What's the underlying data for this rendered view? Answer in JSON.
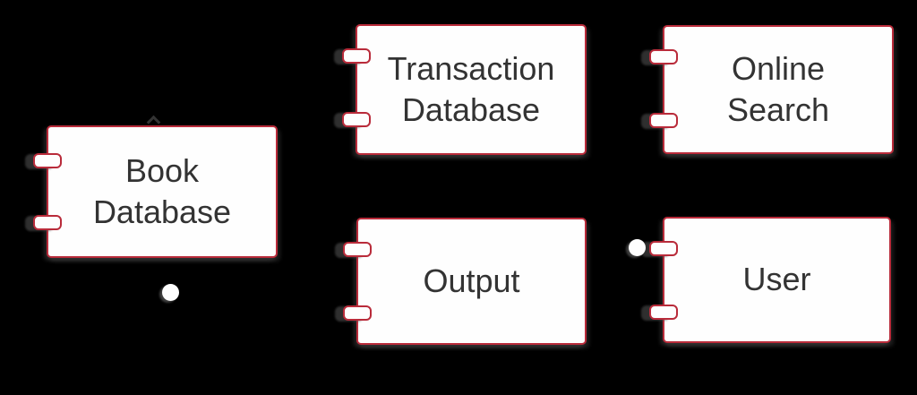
{
  "diagram": {
    "kind": "uml-component-diagram",
    "colors": {
      "background": "#000000",
      "component_fill": "#fefefe",
      "component_border": "#b92b3a",
      "label_text": "#333333",
      "interface_fill": "#ffffff",
      "shadow_gray": "#3d3d3d"
    },
    "components": [
      {
        "name": "book-database",
        "lines": [
          "Book",
          "Database"
        ]
      },
      {
        "name": "transaction-database",
        "lines": [
          "Transaction",
          "Database"
        ]
      },
      {
        "name": "online-search",
        "lines": [
          "Online",
          "Search"
        ]
      },
      {
        "name": "output",
        "lines": [
          "Output"
        ]
      },
      {
        "name": "user",
        "lines": [
          "User"
        ]
      }
    ],
    "interfaces": [
      {
        "name": "book-database-provided-interface",
        "shape": "lollipop-circle"
      },
      {
        "name": "user-provided-interface",
        "shape": "lollipop-circle"
      }
    ]
  }
}
